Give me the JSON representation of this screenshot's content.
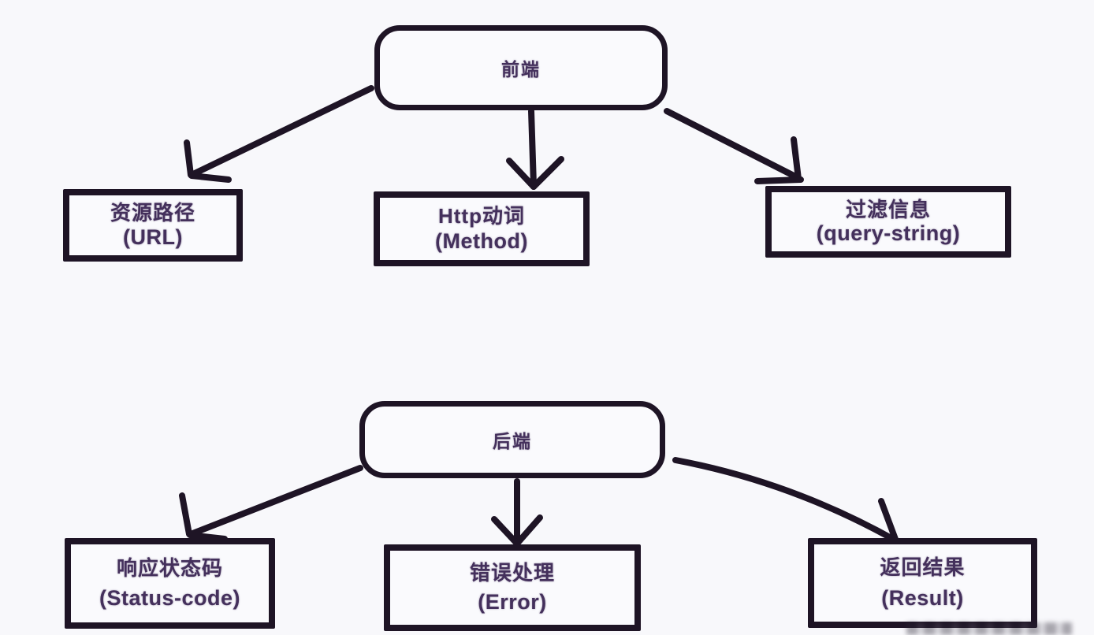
{
  "colors": {
    "background": "#f8f8fb",
    "stroke": "#1e1425",
    "text": "#44305c"
  },
  "frontend_section": {
    "root_label": "前端",
    "children": [
      {
        "title": "资源路径",
        "subtitle": "(URL)"
      },
      {
        "title": "Http动词",
        "subtitle": "(Method)"
      },
      {
        "title": "过滤信息",
        "subtitle": "(query-string)"
      }
    ]
  },
  "backend_section": {
    "root_label": "后端",
    "children": [
      {
        "title": "响应状态码",
        "subtitle": "(Status-code)"
      },
      {
        "title": "错误处理",
        "subtitle": "(Error)"
      },
      {
        "title": "返回结果",
        "subtitle": "(Result)"
      }
    ]
  },
  "edges": [
    {
      "from": "前端",
      "to": "资源路径 (URL)"
    },
    {
      "from": "前端",
      "to": "Http动词 (Method)"
    },
    {
      "from": "前端",
      "to": "过滤信息 (query-string)"
    },
    {
      "from": "后端",
      "to": "响应状态码 (Status-code)"
    },
    {
      "from": "后端",
      "to": "错误处理 (Error)"
    },
    {
      "from": "后端",
      "to": "返回结果 (Result)"
    }
  ]
}
